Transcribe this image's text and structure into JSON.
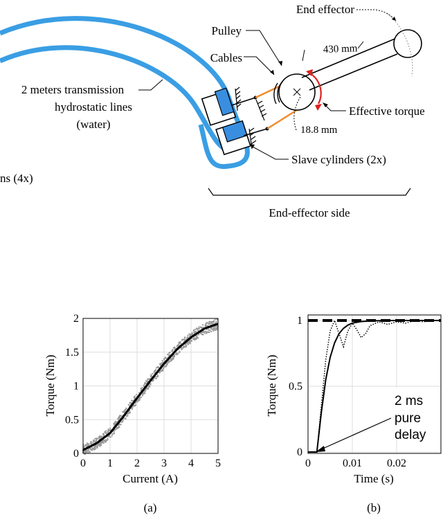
{
  "diagram": {
    "labels": {
      "end_effector": "End effector",
      "pulley": "Pulley",
      "cables": "Cables",
      "arm_length": "430 mm",
      "transmission_line1": "2 meters transmission",
      "transmission_line2": "hydrostatic lines",
      "transmission_line3": "(water)",
      "effective_torque": "Effective torque",
      "pulley_radius": "18.8 mm",
      "slave_cylinders": "Slave cylinders (2x)",
      "cut_label": "ns (4x)",
      "end_effector_side": "End-effector side"
    },
    "colors": {
      "hydraulic_line": "#3a9ee4",
      "cylinder_fill": "#3a8ee0",
      "cable": "#f08a2a",
      "torque_arrow": "#e02020"
    }
  },
  "chart_data": [
    {
      "type": "scatter",
      "panel_label": "(a)",
      "xlabel": "Current (A)",
      "ylabel": "Torque (Nm)",
      "xlim": [
        0,
        5
      ],
      "ylim": [
        0,
        2
      ],
      "xticks": [
        0,
        1,
        2,
        3,
        4,
        5
      ],
      "yticks": [
        0,
        0.5,
        1,
        1.5,
        2
      ],
      "ytick_labels": [
        "0",
        "0.5",
        "1",
        "1.5",
        "2"
      ],
      "grid": true,
      "series": [
        {
          "kind": "measured-scatter",
          "color": "#999999",
          "x": [
            0,
            0.5,
            1,
            1.5,
            2,
            2.5,
            3,
            3.5,
            4,
            4.5,
            5
          ],
          "y": [
            0.05,
            0.15,
            0.3,
            0.55,
            0.82,
            1.08,
            1.33,
            1.55,
            1.72,
            1.85,
            1.92
          ]
        },
        {
          "kind": "fit-line",
          "color": "#000000",
          "x": [
            0,
            0.5,
            1,
            1.5,
            2,
            2.5,
            3,
            3.5,
            4,
            4.5,
            5
          ],
          "y": [
            0.05,
            0.15,
            0.3,
            0.55,
            0.82,
            1.08,
            1.33,
            1.55,
            1.72,
            1.85,
            1.92
          ]
        }
      ]
    },
    {
      "type": "line",
      "panel_label": "(b)",
      "xlabel": "Time (s)",
      "ylabel": "Torque (Nm)",
      "xlim": [
        0,
        0.03
      ],
      "ylim": [
        0,
        1
      ],
      "xticks": [
        0,
        0.01,
        0.02
      ],
      "xtick_labels": [
        "0",
        "0.01",
        "0.02"
      ],
      "yticks": [
        0,
        0.5,
        1
      ],
      "ytick_labels": [
        "0",
        "0.5",
        "1"
      ],
      "grid": true,
      "annotation": [
        "2 ms",
        "pure",
        "delay"
      ],
      "series": [
        {
          "kind": "reference-dashed",
          "x": [
            0,
            0.03
          ],
          "y": [
            1,
            1
          ]
        },
        {
          "kind": "model-solid",
          "x": [
            0,
            0.002,
            0.003,
            0.004,
            0.005,
            0.006,
            0.007,
            0.008,
            0.009,
            0.01,
            0.012,
            0.015,
            0.02,
            0.03
          ],
          "y": [
            0,
            0,
            0.3,
            0.55,
            0.72,
            0.83,
            0.9,
            0.94,
            0.965,
            0.98,
            0.992,
            0.998,
            1,
            1
          ]
        },
        {
          "kind": "measured-dotted",
          "x": [
            0,
            0.002,
            0.003,
            0.004,
            0.005,
            0.006,
            0.007,
            0.008,
            0.009,
            0.01,
            0.011,
            0.012,
            0.013,
            0.014,
            0.016,
            0.018,
            0.02,
            0.022,
            0.024,
            0.026,
            0.028,
            0.03
          ],
          "y": [
            0,
            0,
            0.35,
            0.7,
            0.92,
            1.0,
            0.9,
            0.8,
            0.92,
            0.98,
            0.93,
            0.87,
            0.9,
            0.96,
            0.99,
            0.97,
            0.99,
            0.98,
            1.0,
            0.99,
            1.0,
            1.0
          ]
        }
      ]
    }
  ]
}
